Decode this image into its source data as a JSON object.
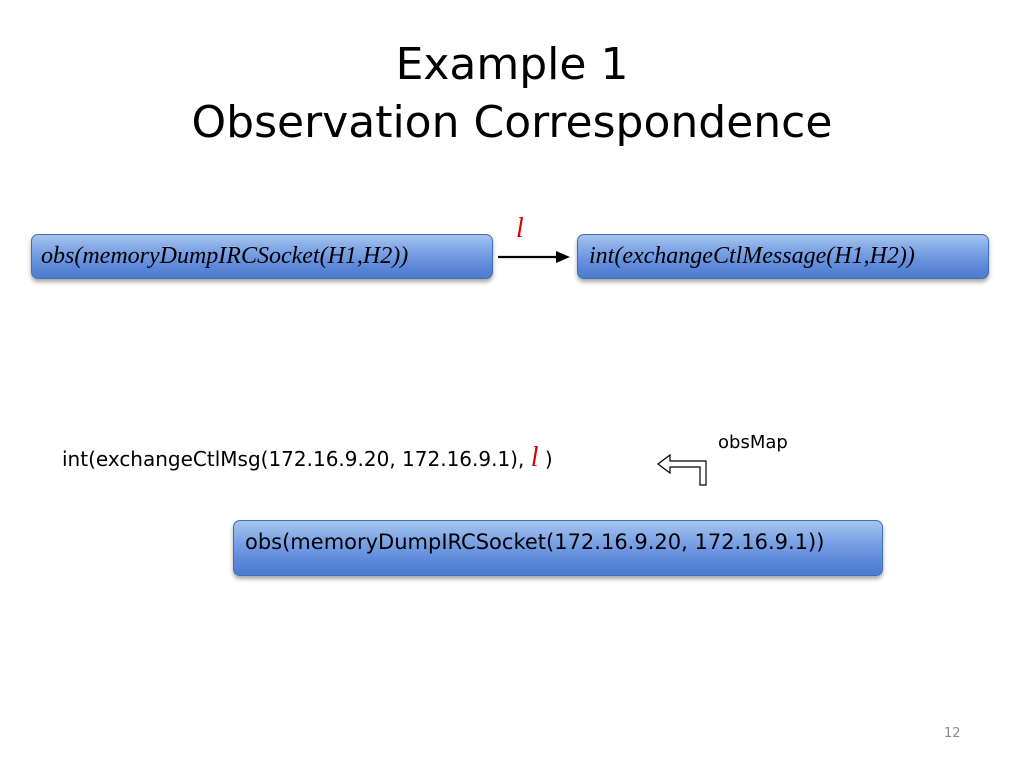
{
  "slide": {
    "title_line1": "Example 1",
    "title_line2": "Observation Correspondence",
    "page_number": "12"
  },
  "diagram": {
    "source_box": "obs(memoryDumpIRCSocket(H1,H2))",
    "arrow_label": "l",
    "target_box": "int(exchangeCtlMessage(H1,H2))",
    "instance_text_prefix": "int(exchangeCtlMsg(172.16.9.20, 172.16.9.1), ",
    "instance_text_label": "l",
    "instance_text_suffix": " )",
    "obsmap_label": "obsMap",
    "instance_box": "obs(memoryDumpIRCSocket(172.16.9.20, 172.16.9.1))"
  },
  "colors": {
    "box_fill": "#6d96de",
    "box_border": "#3f6fb5",
    "label_red": "#e00000",
    "page_number": "#8a8a8a"
  },
  "icons": {
    "arrow": "right-arrow-icon",
    "uturn": "u-turn-left-arrow-icon"
  }
}
